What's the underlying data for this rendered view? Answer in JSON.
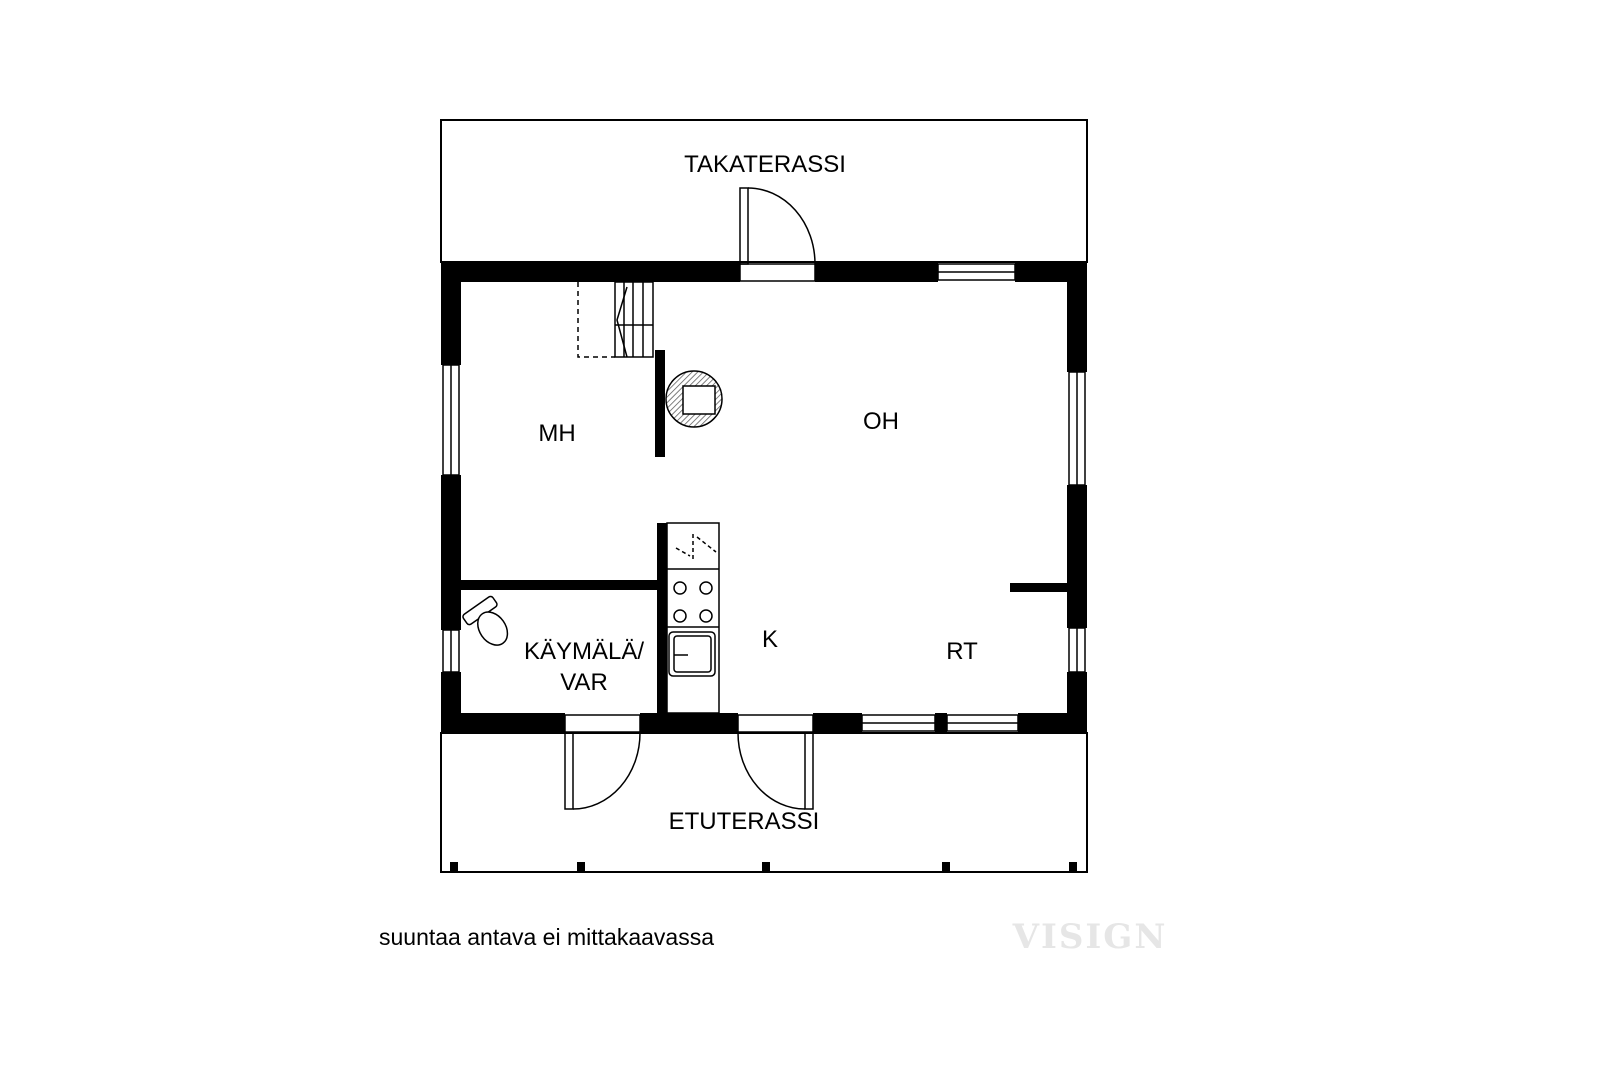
{
  "rooms": {
    "back_terrace": "TAKATERASSI",
    "front_terrace": "ETUTERASSI",
    "bedroom": "MH",
    "living_room": "OH",
    "kitchen": "K",
    "dining": "RT",
    "toilet_line1": "KÄYMÄLÄ/",
    "toilet_line2": "VAR"
  },
  "note": "suuntaa antava ei mittakaavassa",
  "watermark": "VISIGN"
}
